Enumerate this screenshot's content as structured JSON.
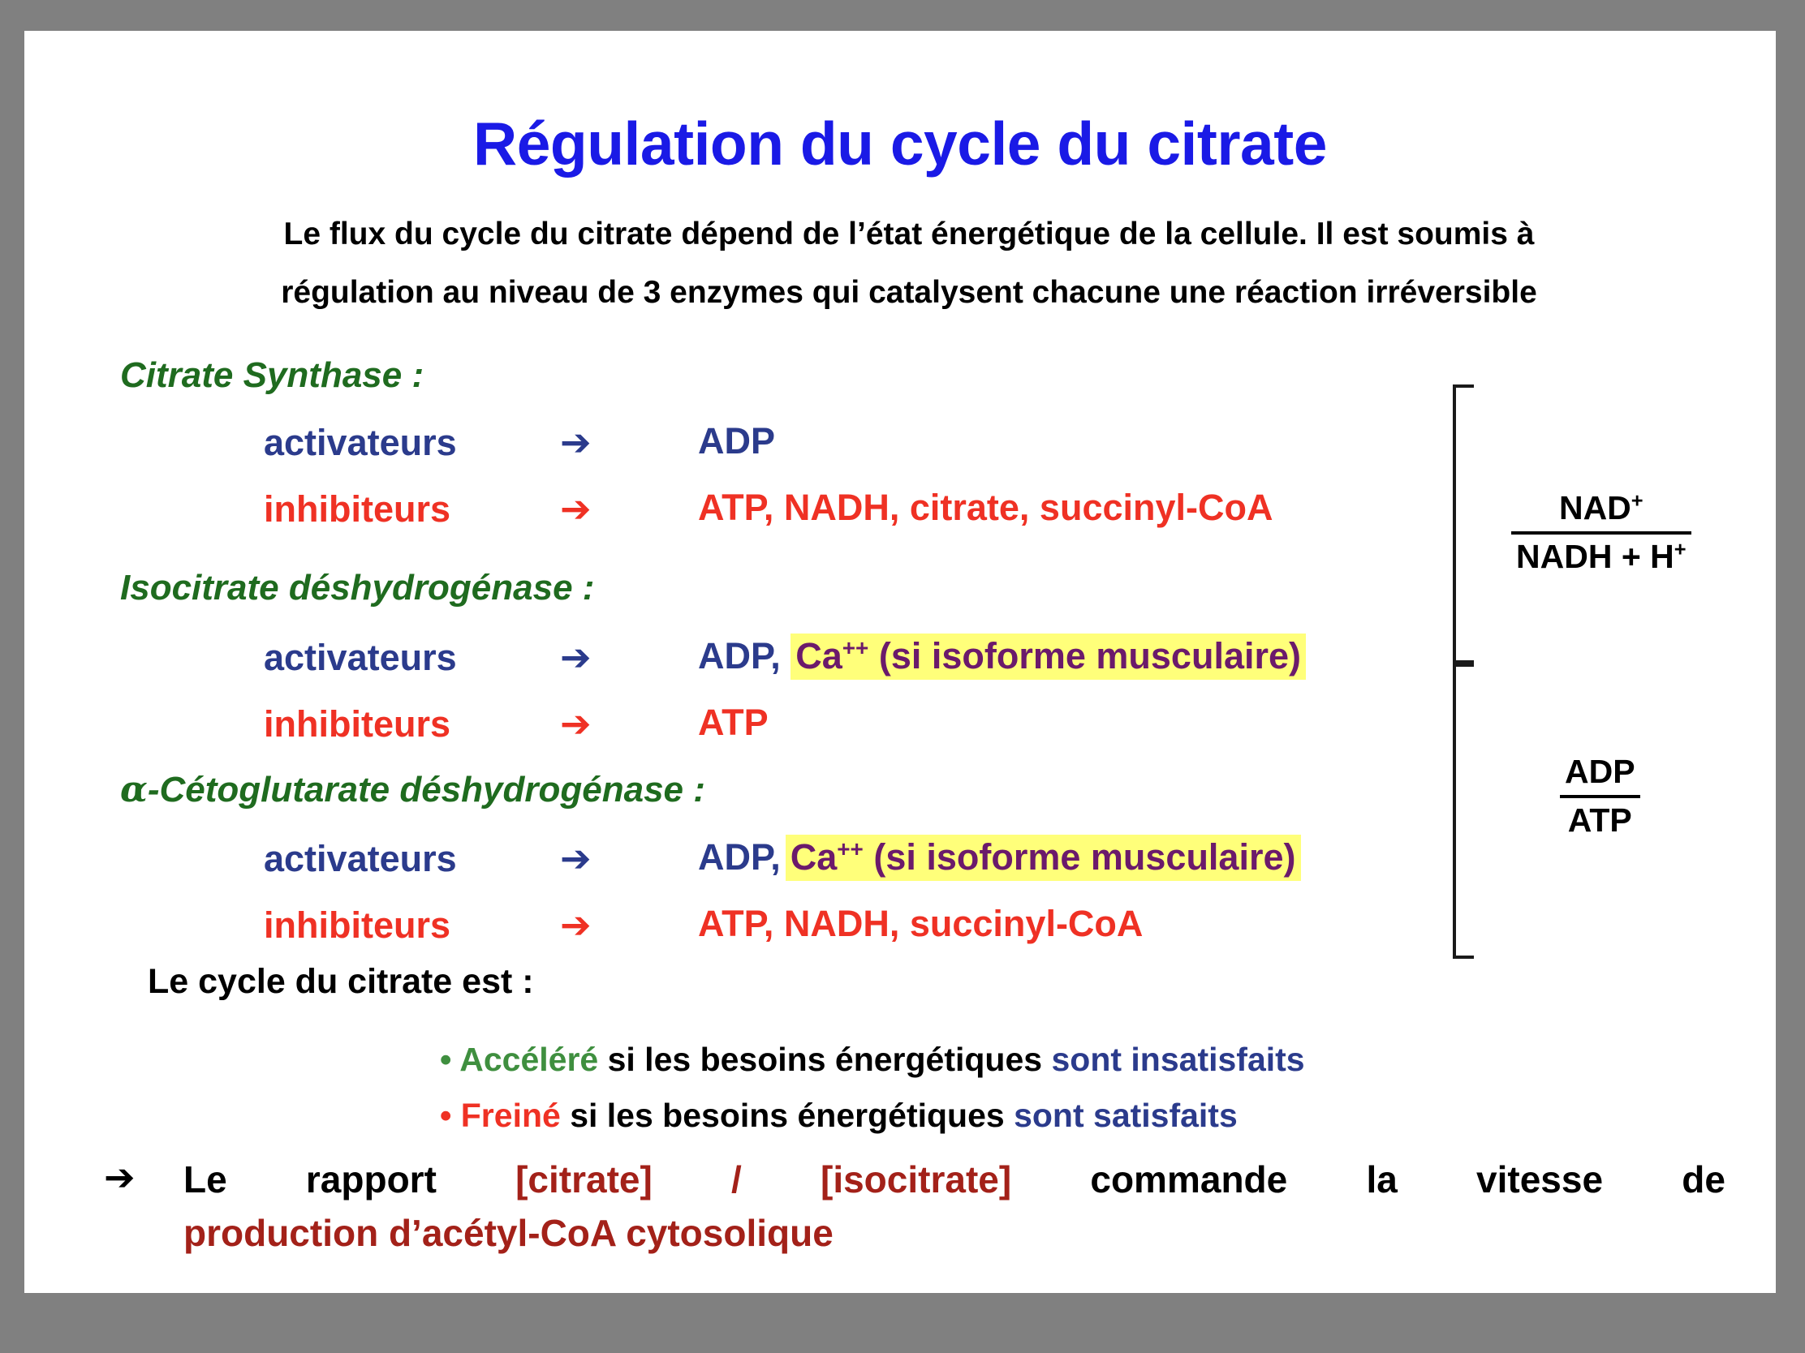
{
  "slide": {
    "title": "Régulation du cycle du citrate",
    "subtitle_line1": "Le flux du cycle du citrate dépend de l’état énergétique de la cellule. Il est soumis à",
    "subtitle_line2": "régulation au niveau de 3 enzymes qui catalysent chacune une réaction irréversible"
  },
  "colors": {
    "title": "#1a1ae6",
    "enzyme_heading": "#1f6b1f",
    "activator": "#2b3b8c",
    "inhibitor": "#ef3124",
    "highlight_bg": "#ffff7a",
    "highlight_text": "#6b1a6b",
    "conclusion": "#a32119",
    "background": "#808080",
    "slide_bg": "#ffffff"
  },
  "enzymes": [
    {
      "name": "Citrate Synthase :",
      "activators_label": "activateurs",
      "activators_value": "ADP",
      "activators_extra": "",
      "inhibitors_label": "inhibiteurs",
      "inhibitors_value": "ATP, NADH, citrate, succinyl-CoA"
    },
    {
      "name": "Isocitrate déshydrogénase :",
      "activators_label": "activateurs",
      "activators_value": "ADP,",
      "activators_extra": "Ca++ (si isoforme musculaire)",
      "inhibitors_label": "inhibiteurs",
      "inhibitors_value": "ATP"
    },
    {
      "name": "-Cétoglutarate déshydrogénase :",
      "name_prefix": "α",
      "activators_label": "activateurs",
      "activators_value": "ADP,",
      "activators_extra": "Ca++ (si isoforme musculaire)",
      "inhibitors_label": "inhibiteurs",
      "inhibitors_value": "ATP, NADH, succinyl-CoA"
    }
  ],
  "arrows": {
    "glyph": "➔",
    "final_glyph": "➔"
  },
  "ratios": [
    {
      "numerator": "NAD",
      "numerator_sup": "+",
      "denominator": "NADH + H",
      "denominator_sup": "+"
    },
    {
      "numerator": "ADP",
      "numerator_sup": "",
      "denominator": "ATP",
      "denominator_sup": ""
    }
  ],
  "conclusion": {
    "heading": "Le cycle du citrate est :",
    "bullets": [
      {
        "marker": "•",
        "highlight": "Accéléré",
        "middle": " si les besoins énergétiques ",
        "tail": "sont insatisfaits",
        "highlight_color": "green"
      },
      {
        "marker": "•",
        "highlight": "Freiné",
        "middle": " si les besoins énergétiques ",
        "tail": "sont satisfaits",
        "highlight_color": "red"
      }
    ],
    "final_words": [
      "Le",
      "rapport",
      "[citrate]",
      "/",
      "[isocitrate]",
      "commande",
      "la",
      "vitesse",
      "de"
    ],
    "final_black_words": [
      "Le",
      "rapport",
      "commande",
      "la",
      "vitesse",
      "de"
    ],
    "final_line2": "production d’acétyl-CoA cytosolique"
  }
}
